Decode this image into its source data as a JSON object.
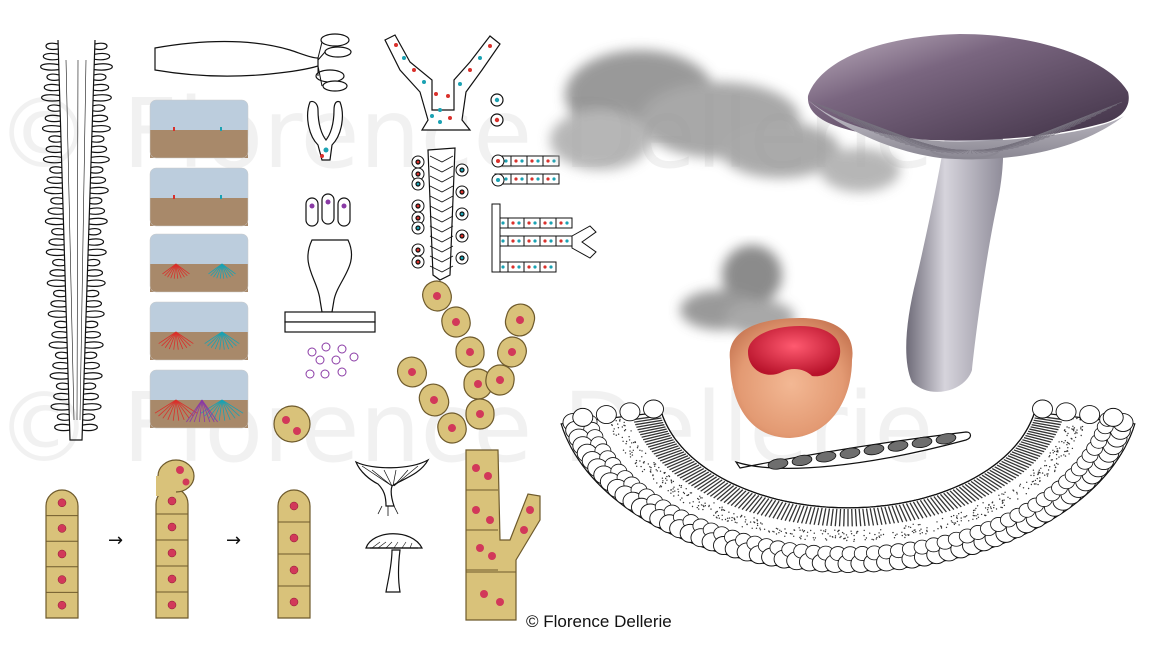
{
  "credit": "© Florence Dellerie",
  "watermark": "© Florence Dellerie",
  "arrow_glyph": "→",
  "colors": {
    "hypha_fill": "#d9c27a",
    "nucleus": "#d2385a",
    "nucleus_cyan": "#1aa2b3",
    "nucleus_red": "#d9302b",
    "nucleus_purple": "#8a3aa5",
    "soil": "#a8896a",
    "sky": "#bccddd",
    "mushroom_cap": "#5f4c63",
    "mushroom_stem": "#9c9aa6",
    "cup_outer": "#e9a37d",
    "cup_inner": "#d6263f",
    "spore_cloud": "#6e6e6e"
  },
  "icons": [
    "root-hyphae-strand",
    "basidium",
    "soil-panels",
    "ascus-pair",
    "ascus-cluster",
    "ascospores",
    "dikaryotic-hyphae",
    "clamp-connection",
    "septate-hyphae-sequence",
    "cup-fungus-small",
    "mushroom-small",
    "mushroom-3d",
    "cup-fungus-3d",
    "ascus-long",
    "apothecium-section"
  ]
}
